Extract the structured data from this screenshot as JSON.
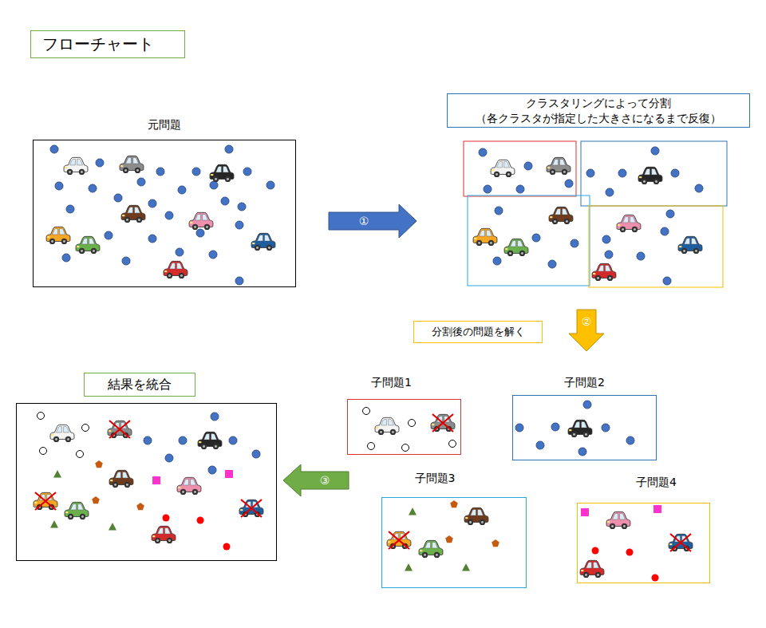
{
  "diagram": {
    "title": "フローチャート",
    "nodes": [
      {
        "text": [
          "元問題"
        ]
      },
      {
        "text": [
          "クラスタリングによって分割 （各クラスタが指定した大きさになるまで反復）"
        ]
      },
      {
        "text": [
          "分割後の問題を解く"
        ]
      },
      {
        "text": [
          "結果を統合"
        ]
      },
      {
        "text": [
          "子問題1"
        ]
      },
      {
        "text": [
          "子問題2"
        ]
      },
      {
        "text": [
          "子問題3"
        ]
      },
      {
        "text": [
          "子問題4"
        ]
      }
    ],
    "edges": [
      {
        "from": 0,
        "to": 1,
        "arrow": "to",
        "label": "①"
      },
      {
        "from": 1,
        "to": 5,
        "arrow": "to",
        "label": "②"
      },
      {
        "from": 6,
        "to": 3,
        "arrow": "to",
        "label": "③"
      }
    ]
  }
}
